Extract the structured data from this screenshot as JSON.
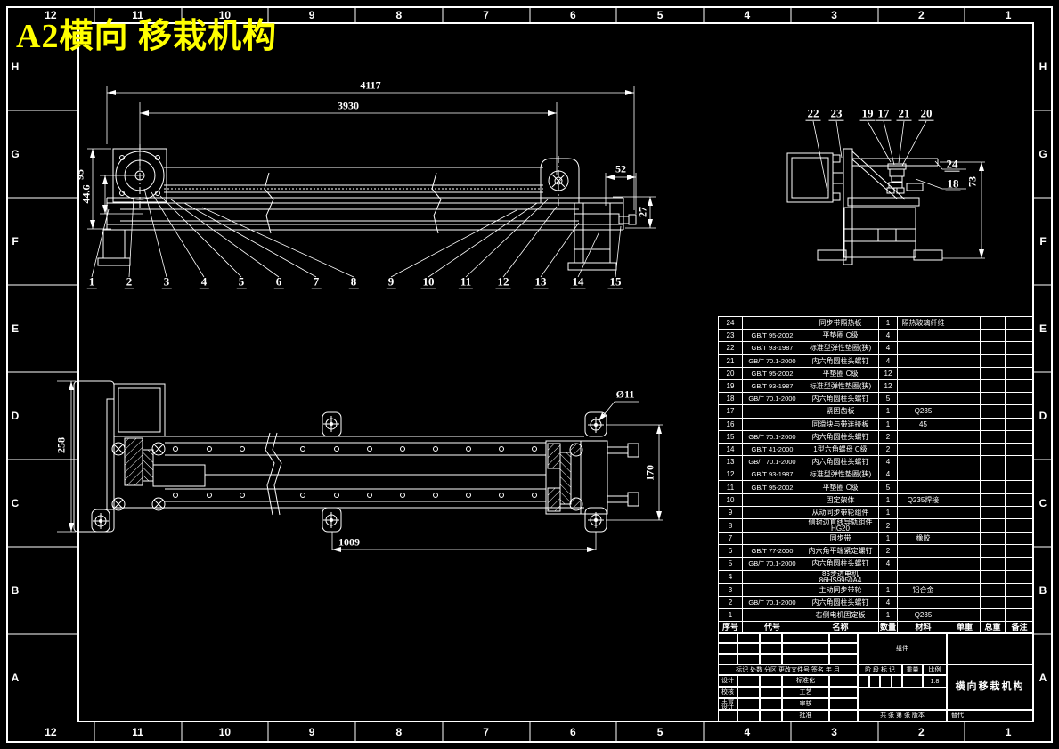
{
  "drawing_title": "A2横向 移栽机构",
  "colors": {
    "background": "#000000",
    "lines": "#ffffff",
    "title_text": "#ffff00"
  },
  "border": {
    "columns": [
      "12",
      "11",
      "10",
      "9",
      "8",
      "7",
      "6",
      "5",
      "4",
      "3",
      "2",
      "1"
    ],
    "rows": [
      "H",
      "G",
      "F",
      "E",
      "D",
      "C",
      "B",
      "A"
    ]
  },
  "top_view": {
    "dimensions": {
      "overall_length": "4117",
      "belt_length": "3930",
      "left_height": "95",
      "pulley_offset": "44.6",
      "end_length": "52",
      "shaft": "27"
    },
    "callouts": [
      "1",
      "2",
      "3",
      "4",
      "5",
      "6",
      "7",
      "8",
      "9",
      "10",
      "11",
      "12",
      "13",
      "14",
      "15"
    ]
  },
  "side_view": {
    "callouts": [
      "22",
      "23",
      "19",
      "17",
      "21",
      "20",
      "24",
      "18"
    ],
    "dimensions": {
      "height": "73"
    }
  },
  "plan_view": {
    "dimensions": {
      "width": "258",
      "length": "1009",
      "end_width": "170",
      "hole_dia": "Ø11"
    }
  },
  "bom": {
    "headers": [
      "序号",
      "代号",
      "名称",
      "数量",
      "材料",
      "单重",
      "总重",
      "备注"
    ],
    "rows": [
      [
        "24",
        "",
        "同步带隔热板",
        "1",
        "隔热玻璃纤维",
        "",
        "",
        ""
      ],
      [
        "23",
        "GB/T 95-2002",
        "平垫圈 C级",
        "4",
        "",
        "",
        "",
        ""
      ],
      [
        "22",
        "GB/T 93-1987",
        "标准型弹性垫圈(狭)",
        "4",
        "",
        "",
        "",
        ""
      ],
      [
        "21",
        "GB/T 70.1-2000",
        "内六角圆柱头螺钉",
        "4",
        "",
        "",
        "",
        ""
      ],
      [
        "20",
        "GB/T 95-2002",
        "平垫圈 C级",
        "12",
        "",
        "",
        "",
        ""
      ],
      [
        "19",
        "GB/T 93-1987",
        "标准型弹性垫圈(狭)",
        "12",
        "",
        "",
        "",
        ""
      ],
      [
        "18",
        "GB/T 70.1-2000",
        "内六角圆柱头螺钉",
        "5",
        "",
        "",
        "",
        ""
      ],
      [
        "17",
        "",
        "紧固齿板",
        "1",
        "Q235",
        "",
        "",
        ""
      ],
      [
        "16",
        "",
        "同滑块与带连接板",
        "1",
        "45",
        "",
        "",
        ""
      ],
      [
        "15",
        "GB/T 70.1-2000",
        "内六角圆柱头螺钉",
        "2",
        "",
        "",
        "",
        ""
      ],
      [
        "14",
        "GB/T 41-2000",
        "1型六角螺母 C级",
        "2",
        "",
        "",
        "",
        ""
      ],
      [
        "13",
        "GB/T 70.1-2000",
        "内六角圆柱头螺钉",
        "4",
        "",
        "",
        "",
        ""
      ],
      [
        "12",
        "GB/T 93-1987",
        "标准型弹性垫圈(狭)",
        "4",
        "",
        "",
        "",
        ""
      ],
      [
        "11",
        "GB/T 95-2002",
        "平垫圈 C级",
        "5",
        "",
        "",
        "",
        ""
      ],
      [
        "10",
        "",
        "固定架体",
        "1",
        "Q235焊接",
        "",
        "",
        ""
      ],
      [
        "9",
        "",
        "从动同步带轮组件",
        "1",
        "",
        "",
        "",
        ""
      ],
      [
        "8",
        "",
        "侧封边直线导轨组件HG20",
        "2",
        "",
        "",
        "",
        ""
      ],
      [
        "7",
        "",
        "同步带",
        "1",
        "橡胶",
        "",
        "",
        ""
      ],
      [
        "6",
        "GB/T 77-2000",
        "内六角平端紧定螺钉",
        "2",
        "",
        "",
        "",
        ""
      ],
      [
        "5",
        "GB/T 70.1-2000",
        "内六角圆柱头螺钉",
        "4",
        "",
        "",
        "",
        ""
      ],
      [
        "4",
        "",
        "86步进电机86HS9950A4",
        "",
        "",
        "",
        "",
        ""
      ],
      [
        "3",
        "",
        "主动同步带轮",
        "1",
        "铝合金",
        "",
        "",
        ""
      ],
      [
        "2",
        "GB/T 70.1-2000",
        "内六角圆柱头螺钉",
        "4",
        "",
        "",
        "",
        ""
      ],
      [
        "1",
        "",
        "右侧电机固定板",
        "1",
        "Q235",
        "",
        "",
        ""
      ]
    ]
  },
  "title_block": {
    "assembly_type": "组件",
    "revision_header": "标记 处数 分区 更改文件号 签名 年 月",
    "stage_header": "阶 段 标 记",
    "weight_label": "重量",
    "scale_label": "比例",
    "scale_value": "1:8",
    "roles_left": [
      "设计",
      "校核",
      "主管设计",
      ""
    ],
    "roles_right": [
      "标准化",
      "工艺",
      "审核",
      "批准"
    ],
    "sheet_info": "共 张 第 张 版本",
    "replace_label": "替代",
    "part_title": "横向移栽机构"
  }
}
